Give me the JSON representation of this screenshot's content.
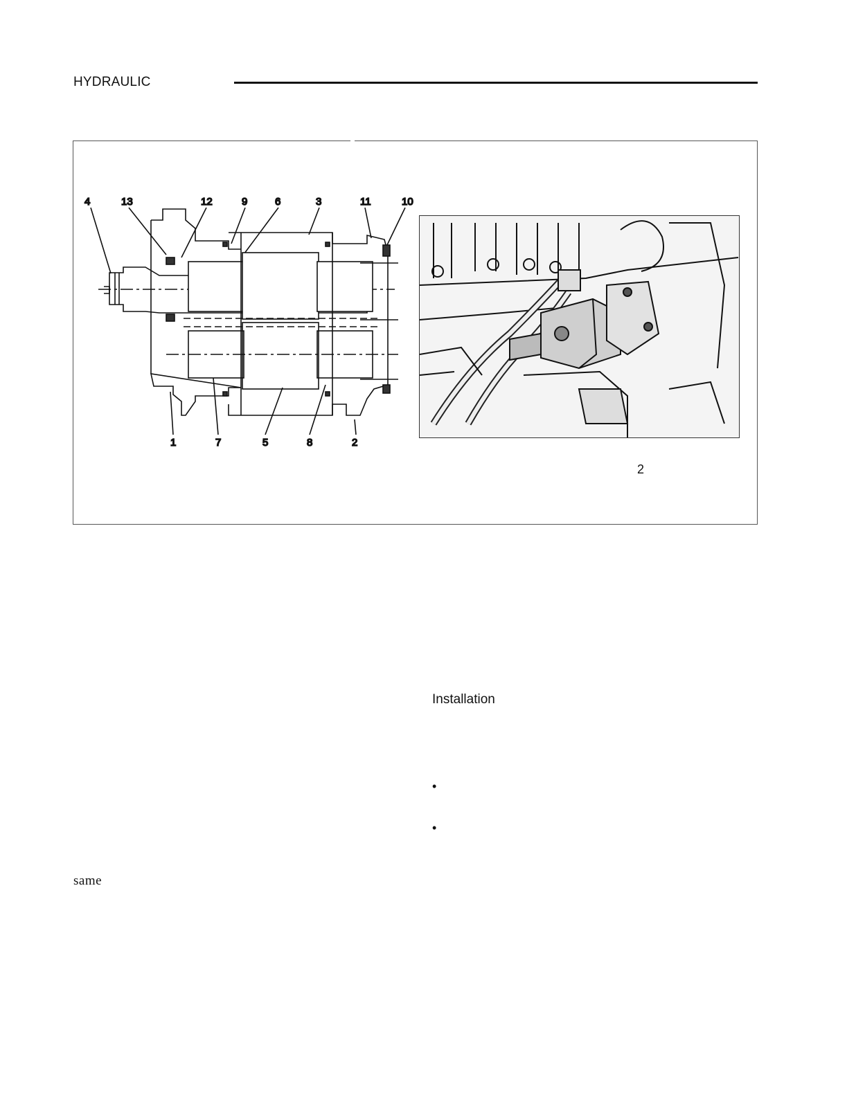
{
  "header": {
    "section_title": "HYDRAULIC"
  },
  "figure": {
    "callouts_top": [
      "4",
      "13",
      "12",
      "9",
      "6",
      "3",
      "11",
      "10"
    ],
    "callouts_bottom": [
      "1",
      "7",
      "5",
      "8",
      "2"
    ],
    "figure_number": "2"
  },
  "content": {
    "installation_heading": "Installation",
    "bullet_symbol": "•",
    "same_text": "same"
  }
}
